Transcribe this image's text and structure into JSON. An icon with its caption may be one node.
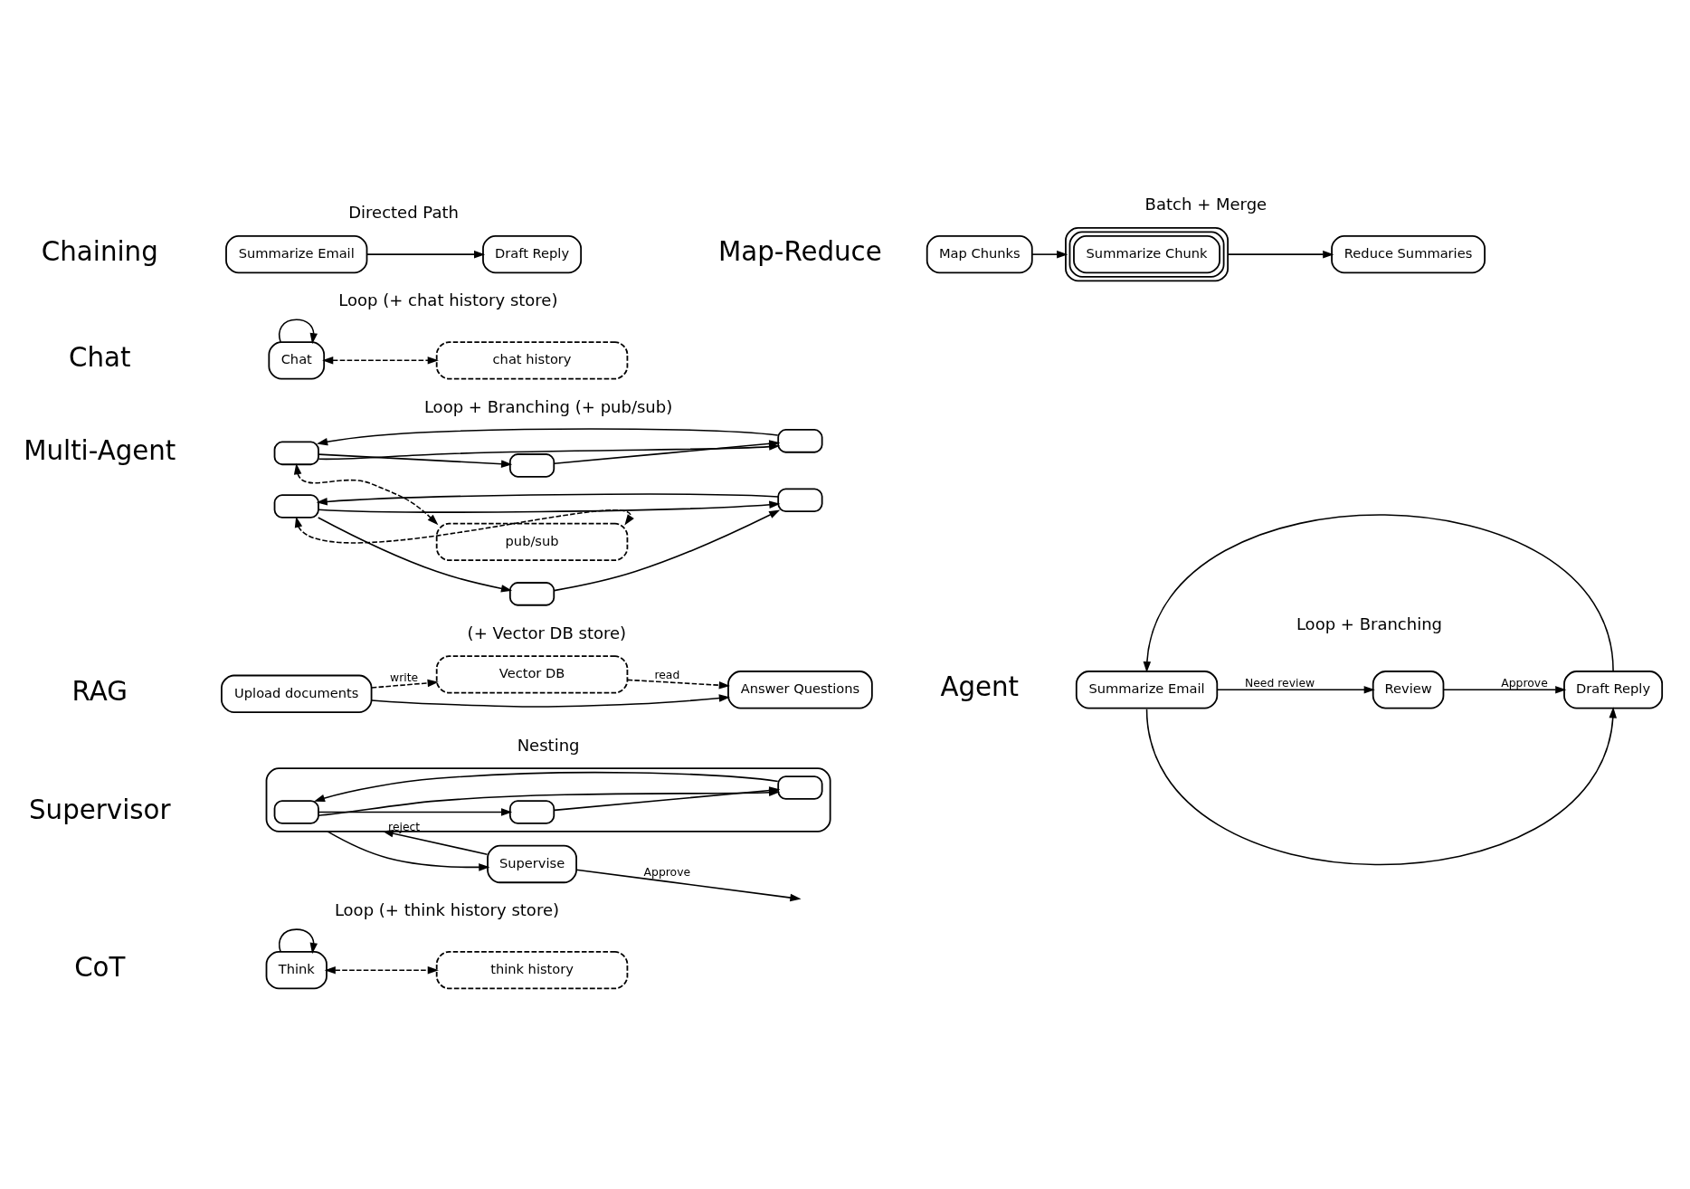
{
  "diagram": {
    "nodes": [
      {
        "text": [
          "Summarize Email"
        ]
      },
      {
        "text": [
          "Draft Reply"
        ]
      },
      {
        "text": [
          "Map Chunks"
        ]
      },
      {
        "text": [
          "Summarize Chunk"
        ]
      },
      {
        "text": [
          "Reduce Summaries"
        ]
      },
      {
        "text": [
          "Chat"
        ]
      },
      {
        "text": [
          "chat history"
        ]
      },
      {
        "text": [
          "Summarize Email"
        ]
      },
      {
        "text": [
          "Review"
        ]
      },
      {
        "text": [
          "Draft Reply"
        ]
      },
      {
        "text": [
          "Upload documents"
        ]
      },
      {
        "text": [
          "Answer Questions"
        ]
      },
      {
        "text": [
          "Vector DB"
        ]
      },
      {
        "text": [],
        "shape": "box"
      },
      {
        "text": [],
        "shape": "box"
      },
      {
        "text": [],
        "shape": "box"
      },
      {
        "text": [],
        "shape": "box"
      },
      {
        "text": [],
        "shape": "box"
      },
      {
        "text": [],
        "shape": "box"
      },
      {
        "text": [
          "pub/sub"
        ]
      },
      {
        "text": [
          "Think"
        ]
      },
      {
        "text": [
          "think history"
        ]
      },
      {
        "text": [],
        "shape": "box"
      },
      {
        "text": [],
        "shape": "box",
        "in": 22
      },
      {
        "text": [],
        "shape": "box",
        "in": 22
      },
      {
        "text": [],
        "shape": "box",
        "in": 22
      },
      {
        "text": [
          "Supervise"
        ]
      }
    ],
    "edges": [
      {
        "from": 0,
        "to": 1,
        "arrow": "to"
      },
      {
        "from": 2,
        "to": 3,
        "arrow": "to"
      },
      {
        "from": 3,
        "to": 4,
        "arrow": "to"
      },
      {
        "from": 5,
        "to": 5,
        "arrow": "to"
      },
      {
        "from": 5,
        "to": 6,
        "arrow": "both",
        "style": "dashed"
      },
      {
        "from": 7,
        "to": 8,
        "arrow": "to",
        "label": "Need review"
      },
      {
        "from": 8,
        "to": 9,
        "arrow": "to",
        "label": "Approve"
      },
      {
        "from": 7,
        "to": 9,
        "arrow": "to"
      },
      {
        "from": 9,
        "to": 7,
        "arrow": "to"
      },
      {
        "from": 10,
        "to": 11,
        "arrow": "to"
      },
      {
        "from": 10,
        "to": 12,
        "arrow": "to",
        "label": "write",
        "style": "dashed"
      },
      {
        "from": 12,
        "to": 11,
        "arrow": "to",
        "label": "read",
        "style": "dashed"
      },
      {
        "from": 13,
        "to": 14,
        "arrow": "to"
      },
      {
        "from": 14,
        "to": 15,
        "arrow": "to"
      },
      {
        "from": 13,
        "to": 15,
        "arrow": "to"
      },
      {
        "from": 15,
        "to": 13,
        "arrow": "to"
      },
      {
        "from": 16,
        "to": 17,
        "arrow": "to"
      },
      {
        "from": 17,
        "to": 18,
        "arrow": "to"
      },
      {
        "from": 16,
        "to": 18,
        "arrow": "to"
      },
      {
        "from": 18,
        "to": 16,
        "arrow": "to"
      },
      {
        "from": 13,
        "to": 19,
        "arrow": "both",
        "style": "dashed"
      },
      {
        "from": 16,
        "to": 19,
        "arrow": "both",
        "style": "dashed"
      },
      {
        "from": 20,
        "to": 20,
        "arrow": "to"
      },
      {
        "from": 20,
        "to": 21,
        "arrow": "both",
        "style": "dashed"
      },
      {
        "from": 23,
        "to": 24,
        "arrow": "to"
      },
      {
        "from": 24,
        "to": 25,
        "arrow": "to"
      },
      {
        "from": 23,
        "to": 25,
        "arrow": "to"
      },
      {
        "from": 25,
        "to": 23,
        "arrow": "to"
      },
      {
        "from": 22,
        "to": 26,
        "arrow": "to"
      },
      {
        "from": 26,
        "to": 22,
        "arrow": "to",
        "label": "reject"
      },
      {
        "from": 26,
        "to": null,
        "arrow": "to",
        "label": "Approve"
      }
    ],
    "labels": [
      "Chaining",
      "Directed Path",
      "Map-Reduce",
      "Batch + Merge",
      "Chat",
      "Loop (+ chat history store)",
      "Agent",
      "Loop + Branching",
      "RAG",
      "(+ Vector DB store)",
      "Multi-Agent",
      "Loop + Branching (+ pub/sub)",
      "CoT",
      "Loop (+ think history store)",
      "Supervisor",
      "Nesting"
    ]
  }
}
